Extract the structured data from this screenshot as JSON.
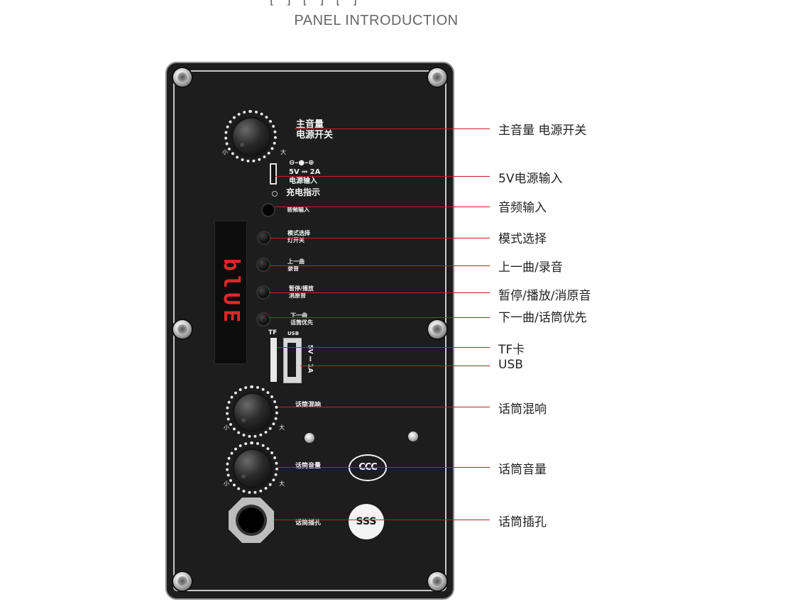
{
  "header": {
    "title_partial": "[ ] [ ] [ ]",
    "subtitle": "PANEL INTRODUCTION"
  },
  "panel": {
    "master_volume": "主音量",
    "power_switch": "电源开关",
    "knob_min": "小",
    "knob_max": "大",
    "dc_polarity": "⊖–●–⊕",
    "dc_rating": "5V ⎓ 2A",
    "dc_input": "电源输入",
    "charge_indicator": "充电指示",
    "audio_input": "音频输入",
    "mode_select": "模式选择",
    "light_switch": "灯开关",
    "prev_track": "上一曲",
    "record": "录音",
    "pause_play": "暂停/播放",
    "mute": "消原音",
    "next_track": "下一曲",
    "mic_priority": "话筒优先",
    "display_text": "blUE",
    "tf_label": "TF",
    "usb_label": "USB",
    "usb_rating": "5V ⎓ 1A",
    "mic_reverb": "话筒混响",
    "mic_volume": "话筒音量",
    "mic_jack": "话筒插孔",
    "ccc_logo": "CCC",
    "sss_logo": "SSS"
  },
  "callouts": [
    {
      "label": "主音量 电源开关"
    },
    {
      "label": "5V电源输入"
    },
    {
      "label": "音频输入"
    },
    {
      "label": "模式选择"
    },
    {
      "label": "上一曲/录音"
    },
    {
      "label": "暂停/播放/消原音"
    },
    {
      "label": "下一曲/话筒优先"
    },
    {
      "label": "TF卡"
    },
    {
      "label": "USB"
    },
    {
      "label": "话筒混响"
    },
    {
      "label": "话筒音量"
    },
    {
      "label": "话筒插孔"
    }
  ],
  "colors": {
    "leader_line": "#c32020",
    "led": "#e3262b",
    "panel": "#1d1d1d"
  }
}
